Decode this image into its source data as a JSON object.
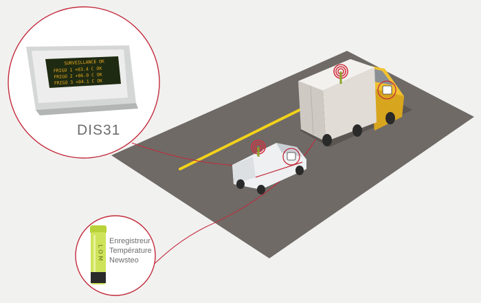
{
  "display": {
    "model": "DIS31",
    "lines": [
      "SURVEILLANCE OK",
      "FRIGO 1 +03.4 C  OK",
      "FRIGO 2 +06.0 C  OK",
      "FRIGO 3 +04.1 C  OK"
    ]
  },
  "logger": {
    "lines": [
      "Enregistreur",
      "Température",
      "Newsteo"
    ],
    "tube_text": "LOM",
    "cap_color": "#b8d23a",
    "body_color": "#cfe35a"
  },
  "colors": {
    "road": "#6f6a66",
    "lane_marking": "#f2d21a",
    "callout_line": "#c22a3a",
    "truck_cab": "#f1c230",
    "box_body": "#e8e3de",
    "screen": "#1f2a12",
    "screen_text": "#e4a91e"
  },
  "icons": [
    "signal-antenna-icon",
    "dashboard-display-icon"
  ]
}
